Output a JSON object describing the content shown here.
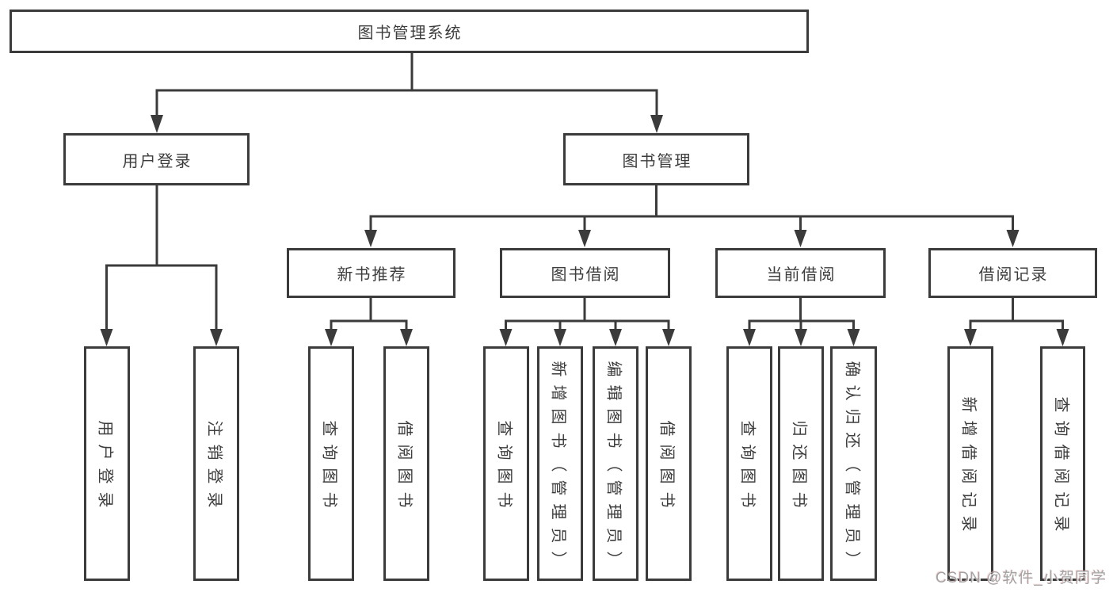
{
  "tree": {
    "root": {
      "label": "图书管理系统",
      "children": [
        {
          "label": "用户登录",
          "children": [
            {
              "label": "用户登录"
            },
            {
              "label": "注销登录"
            }
          ]
        },
        {
          "label": "图书管理",
          "children": [
            {
              "label": "新书推荐",
              "children": [
                {
                  "label": "查询图书"
                },
                {
                  "label": "借阅图书"
                }
              ]
            },
            {
              "label": "图书借阅",
              "children": [
                {
                  "label": "查询图书"
                },
                {
                  "label": "新增图书（管理员）"
                },
                {
                  "label": "编辑图书（管理员）"
                },
                {
                  "label": "借阅图书"
                }
              ]
            },
            {
              "label": "当前借阅",
              "children": [
                {
                  "label": "查询图书"
                },
                {
                  "label": "归还图书"
                },
                {
                  "label": "确认归还（管理员）"
                }
              ]
            },
            {
              "label": "借阅记录",
              "children": [
                {
                  "label": "新增借阅记录"
                },
                {
                  "label": "查询借阅记录"
                }
              ]
            }
          ]
        }
      ]
    }
  },
  "watermark": {
    "text": "CSDN @软件_小贺同学"
  },
  "colors": {
    "line": "#3b3b3b",
    "box_border": "#3b3b3b",
    "text": "#3d3d3d",
    "watermark": "#a3a3a3",
    "background": "#ffffff"
  }
}
